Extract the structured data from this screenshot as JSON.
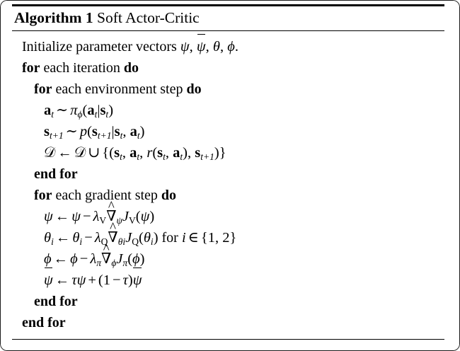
{
  "document": {
    "type": "algorithm-pseudocode-block",
    "title_keyword": "Algorithm 1",
    "title_name": "Soft Actor-Critic"
  },
  "lines": [
    {
      "id": "init",
      "indent": 1,
      "text": "Initialize parameter vectors ψ, ψ̄, θ, ϕ."
    },
    {
      "id": "for-iteration",
      "indent": 1,
      "text": "for each iteration do"
    },
    {
      "id": "for-env-step",
      "indent": 2,
      "text": "for each environment step do"
    },
    {
      "id": "sample-action",
      "indent": 3,
      "text": "a_t ∼ π_ϕ(a_t|s_t)"
    },
    {
      "id": "sample-next-state",
      "indent": 3,
      "text": "s_{t+1} ∼ p(s_{t+1}|s_t, a_t)"
    },
    {
      "id": "update-buffer",
      "indent": 3,
      "text": "D ← D ∪ {(s_t, a_t, r(s_t, a_t), s_{t+1})}"
    },
    {
      "id": "end-for-env",
      "indent": 2,
      "text": "end for"
    },
    {
      "id": "for-gradient-step",
      "indent": 2,
      "text": "for each gradient step do"
    },
    {
      "id": "update-psi",
      "indent": 3,
      "text": "ψ ← ψ − λ_V ∇̂_ψ J_V(ψ)"
    },
    {
      "id": "update-theta",
      "indent": 3,
      "text": "θ_i ← θ_i − λ_Q ∇̂_{θ_i} J_Q(θ_i) for i ∈ {1, 2}"
    },
    {
      "id": "update-phi",
      "indent": 3,
      "text": "ϕ ← ϕ − λ_π ∇̂_ϕ J_π(ϕ)"
    },
    {
      "id": "update-psi-target",
      "indent": 3,
      "text": "ψ̄ ← τψ + (1 − τ)ψ̄"
    },
    {
      "id": "end-for-gradient",
      "indent": 2,
      "text": "end for"
    },
    {
      "id": "end-for-iteration",
      "indent": 1,
      "text": "end for"
    }
  ],
  "tokens": {
    "initialize": "Initialize parameter vectors",
    "for": "for",
    "do": "do",
    "end_for": "end for",
    "each_iteration": "each iteration",
    "each_environment_step": "each environment step",
    "each_gradient_step": "each gradient step",
    "for_lower": "for",
    "period": ".",
    "comma": ",",
    "psi": "ψ",
    "theta": "θ",
    "phi": "ϕ",
    "pi": "π",
    "lambda": "λ",
    "tau": "τ",
    "nabla": "∇",
    "script_d": "𝒟",
    "arrow_left": "←",
    "sim": "∼",
    "cup": "∪",
    "minus": "−",
    "plus": "+",
    "in": "∈",
    "bold_a": "a",
    "bold_s": "s",
    "p": "p",
    "r": "r",
    "J": "J",
    "V": "V",
    "Q": "Q",
    "i": "i",
    "t": "t",
    "t_plus_1": "t+1",
    "one": "1",
    "two": "2",
    "set_12": "{1, 2}"
  },
  "colors": {
    "text": "#000000",
    "background": "#ffffff",
    "rule": "#000000"
  }
}
